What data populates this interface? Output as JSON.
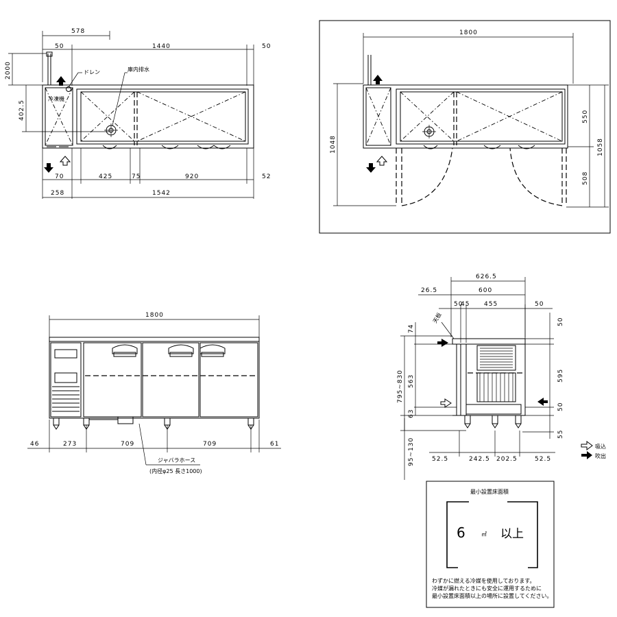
{
  "top_left_plan": {
    "dim_top_578": "578",
    "dim_top_50": "50",
    "dim_top_1440": "1440",
    "dim_top_50b": "50",
    "dim_left_2000": "2000",
    "dim_left_4025": "402.5",
    "label_drain": "ドレン",
    "label_internal_drain": "庫内排水",
    "label_refrigerator": "冷凍機",
    "dim_bot_70": "70",
    "dim_bot_425": "425",
    "dim_bot_75": "75",
    "dim_bot_920": "920",
    "dim_bot_52": "52",
    "dim_bot_258": "258",
    "dim_bot_1542": "1542"
  },
  "top_right_plan": {
    "dim_top_1800": "1800",
    "dim_left_1048": "1048",
    "dim_right_550": "550",
    "dim_right_508": "508",
    "dim_right_1058": "1058"
  },
  "front_view": {
    "dim_top_1800": "1800",
    "dim_46": "46",
    "dim_273": "273",
    "dim_709a": "709",
    "dim_709b": "709",
    "dim_61": "61",
    "hose_label": "ジャバラホース",
    "hose_spec": "(内径φ25  長さ1000)"
  },
  "side_view": {
    "dim_6265": "626.5",
    "dim_600": "600",
    "dim_265": "26.5",
    "dim_50a": "50",
    "dim_45": "45",
    "dim_455": "455",
    "dim_50b": "50",
    "dim_74": "74",
    "dim_563": "563",
    "dim_63": "63",
    "dim_795_830": "795~830",
    "dim_95_130": "95~130",
    "dim_50r": "50",
    "dim_595": "595",
    "dim_50r2": "50",
    "dim_55": "55",
    "label_tenban": "天板",
    "dim_525a": "52.5",
    "dim_2425": "242.5",
    "dim_2025": "202.5",
    "dim_525b": "52.5"
  },
  "legend": {
    "intake": "吸込",
    "exhaust": "吹出"
  },
  "min_area_box": {
    "title": "最小設置床面積",
    "area_value": "6",
    "area_unit": "㎡",
    "area_suffix": "以上",
    "note_line1": "わずかに燃える冷媒を使用しております。",
    "note_line2": "冷媒が漏れたときにも安全に運用するために",
    "note_line3": "最小設置床面積以上の場所に設置してください。"
  }
}
